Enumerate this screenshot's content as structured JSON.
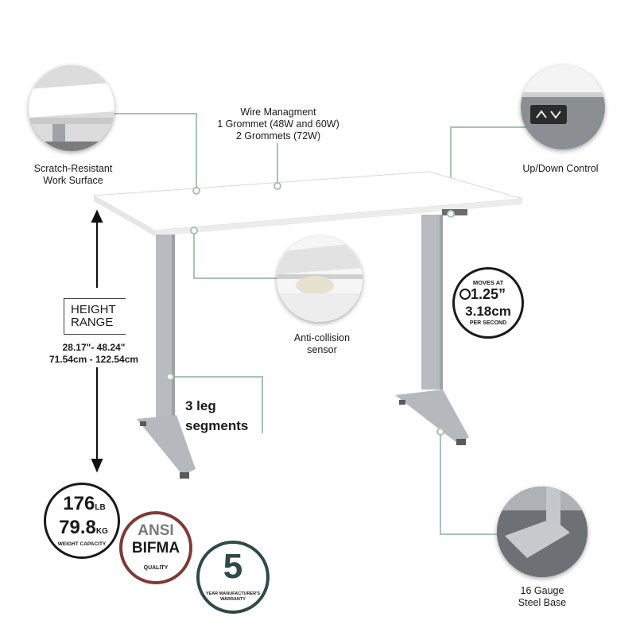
{
  "callouts": {
    "surface": "Scratch-Resistant\nWork Surface",
    "wire_title": "Wire Managment",
    "wire_line1": "1 Grommet (48W and 60W)",
    "wire_line2": "2 Grommets (72W)",
    "updown": "Up/Down Control",
    "anticollision": "Anti-collision\nsensor",
    "legs": "3 leg\nsegments",
    "base": "16 Gauge\nSteel Base"
  },
  "height": {
    "label_line1": "HEIGHT",
    "label_line2": "RANGE",
    "inches": "28.17\"- 48.24\"",
    "cm": "71.54cm - 122.54cm"
  },
  "speed": {
    "moves_at": "MOVES AT",
    "inches": "1.25”",
    "cm": "3.18cm",
    "per_second": "PER SECOND"
  },
  "capacity": {
    "lb_value": "176",
    "lb_unit": "LB",
    "kg_value": "79.8",
    "kg_unit": "KG",
    "caption": "WEIGHT CAPACITY"
  },
  "ansi": {
    "line1": "ANSI",
    "line2": "BIFMA",
    "caption": "QUALITY"
  },
  "warranty": {
    "years": "5",
    "caption_line1": "YEAR MANUFACTURER'S",
    "caption_line2": "WARRANTY"
  },
  "colors": {
    "leader": "#a9c2b6",
    "ansi_ring": "#7d3a36",
    "warranty_ring": "#2f4a45",
    "leg": "#b8bcc0"
  },
  "icons": [
    "up-arrow-icon",
    "down-arrow-icon",
    "stopwatch-icon",
    "double-arrow-icon"
  ]
}
